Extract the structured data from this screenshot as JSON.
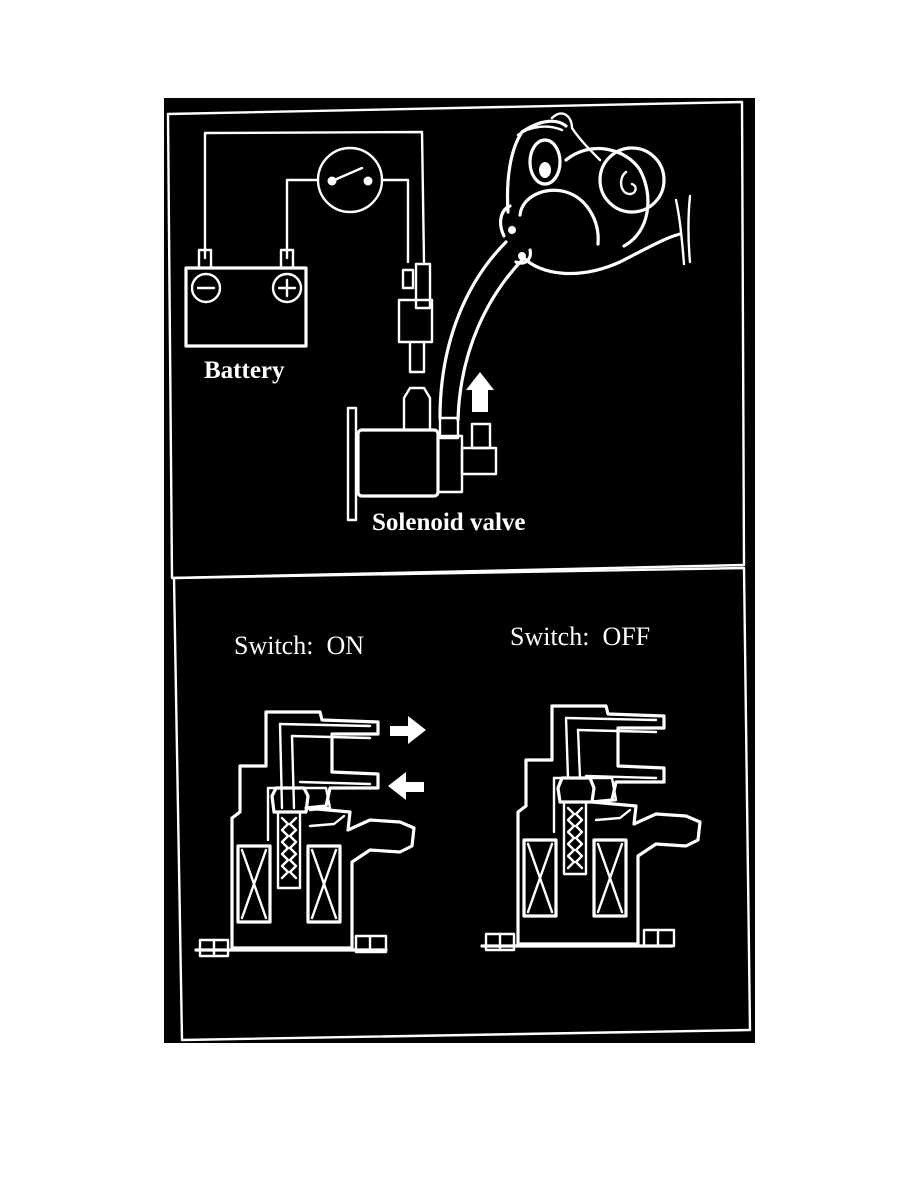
{
  "labels": {
    "battery": "Battery",
    "solenoid_valve": "Solenoid valve",
    "switch_on": "Switch:  ON",
    "switch_off": "Switch:  OFF"
  },
  "colors": {
    "background": "#000000",
    "line": "#ffffff",
    "page": "#ffffff"
  },
  "icons": {
    "battery_negative": "minus-terminal-icon",
    "battery_positive": "plus-terminal-icon",
    "switch": "switch-icon",
    "flow_arrow": "arrow-icon"
  }
}
